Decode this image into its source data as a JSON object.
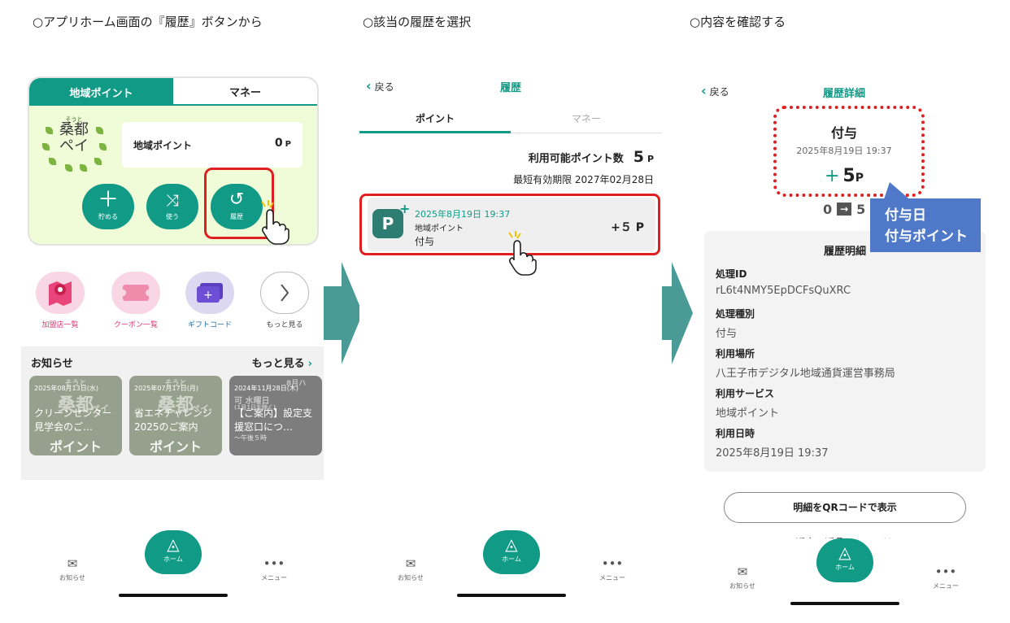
{
  "captions": {
    "step1": "○アプリホーム画面の『履歴』ボタンから",
    "step2": "○該当の履歴を選択",
    "step3": "○内容を確認する"
  },
  "home": {
    "tabs": [
      "地域ポイント",
      "マネー"
    ],
    "logo_ruby": "そうと",
    "logo_line1": "桑都",
    "logo_line2": "ペイ",
    "balance_label": "地域ポイント",
    "balance_value": "0",
    "balance_unit": "P",
    "actions": [
      {
        "label": "貯める",
        "icon": "plus-icon"
      },
      {
        "label": "使う",
        "icon": "shuffle-icon"
      },
      {
        "label": "履歴",
        "icon": "history-icon"
      }
    ],
    "quick_links": [
      {
        "label": "加盟店一覧",
        "icon": "map-icon",
        "color": "#e8457a"
      },
      {
        "label": "クーポン一覧",
        "icon": "ticket-icon",
        "color": "#e8457a"
      },
      {
        "label": "ギフトコード",
        "icon": "gift-card-icon",
        "color": "#5a3fc0"
      },
      {
        "label": "もっと見る",
        "icon": "chevron-right-icon",
        "color": "#555555"
      }
    ],
    "news_title": "お知らせ",
    "news_more": "もっと見る",
    "news": [
      {
        "date": "2025年08月13日(水)",
        "text": "クリーンセンター見学会のご…"
      },
      {
        "date": "2025年07月17日(月)",
        "text": "省エネチャレンジ2025のご案内"
      },
      {
        "date": "2024年11月28日(木)",
        "text": "【ご案内】設定支援窓口につ…"
      }
    ],
    "news_overlay": {
      "c1_top": "そうと",
      "c1_main": "桑都",
      "c1_sub": "ペイ",
      "c1_bottom": "ポイント",
      "c2_top": "そうと",
      "c2_main": "桑都",
      "c2_sub": "ペイ",
      "c2_bottom": "ポイント",
      "c3_a": "8月ハ",
      "c3_b": "可 水曜日",
      "c3_c": "(1月1日を除く)",
      "c3_d": "～午後５時"
    }
  },
  "nav": {
    "news": "お知らせ",
    "home": "ホーム",
    "menu": "メニュー"
  },
  "history": {
    "back": "戻る",
    "title": "履歴",
    "tabs": [
      "ポイント",
      "マネー"
    ],
    "avail_label": "利用可能ポイント数",
    "avail_value": "5",
    "avail_unit": "P",
    "expiry": "最短有効期限 2027年02月28日",
    "item": {
      "badge": "P",
      "date": "2025年8月19日 19:37",
      "type": "地域ポイント",
      "kind": "付与",
      "amount": "+５ P"
    }
  },
  "detail": {
    "back": "戻る",
    "title": "履歴詳細",
    "kind": "付与",
    "date": "2025年8月19日 19:37",
    "amount_sign": "+",
    "amount": "5",
    "amount_unit": "P",
    "from": "0",
    "to": "5",
    "callout_line1": "付与日",
    "callout_line2": "付与ポイント",
    "section_title": "履歴明細",
    "rows": [
      {
        "label": "処理ID",
        "value": "rL6t4NMY5EpDCFsQuXRC"
      },
      {
        "label": "処理種別",
        "value": "付与"
      },
      {
        "label": "利用場所",
        "value": "八王子市デジタル地域通貨運営事務局"
      },
      {
        "label": "利用サービス",
        "value": "地域ポイント"
      },
      {
        "label": "利用日時",
        "value": "2025年8月19日 19:37"
      }
    ],
    "qr_button": "明細をQRコードで表示",
    "refund_text": "返金・返品については"
  },
  "colors": {
    "accent": "#119a86",
    "highlight": "#e02020",
    "callout": "#4f79c8",
    "arrow": "#4a9a96"
  }
}
